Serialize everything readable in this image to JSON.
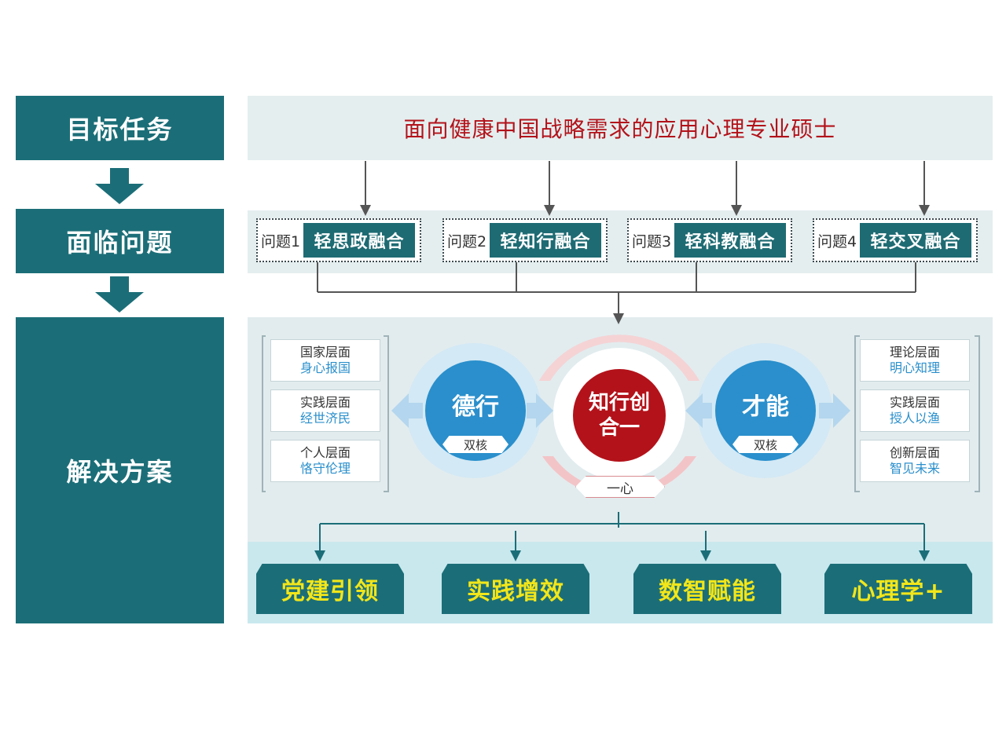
{
  "left_labels": {
    "goal": "目标任务",
    "problems": "面临问题",
    "solution": "解决方案"
  },
  "goal_text": "面向健康中国战略需求的应用心理专业硕士",
  "problems": [
    {
      "num": "问题1",
      "title": "轻思政融合"
    },
    {
      "num": "问题2",
      "title": "轻知行融合"
    },
    {
      "num": "问题3",
      "title": "轻科教融合"
    },
    {
      "num": "问题4",
      "title": "轻交叉融合"
    }
  ],
  "left_boxes": [
    {
      "level": "国家层面",
      "value": "身心报国"
    },
    {
      "level": "实践层面",
      "value": "经世济民"
    },
    {
      "level": "个人层面",
      "value": "恪守伦理"
    }
  ],
  "right_boxes": [
    {
      "level": "理论层面",
      "value": "明心知理"
    },
    {
      "level": "实践层面",
      "value": "授人以渔"
    },
    {
      "level": "创新层面",
      "value": "智见未来"
    }
  ],
  "core": {
    "left_title": "德行",
    "left_tag": "双核",
    "center_line1": "知行创",
    "center_line2": "合一",
    "center_tag": "一心",
    "right_title": "才能",
    "right_tag": "双核"
  },
  "outcomes": [
    "党建引领",
    "实践增效",
    "数智赋能",
    "心理学+"
  ],
  "colors": {
    "teal": "#1b6e78",
    "red": "#b3121a",
    "blue": "#2a8fcc",
    "yellow": "#f2e61a"
  }
}
